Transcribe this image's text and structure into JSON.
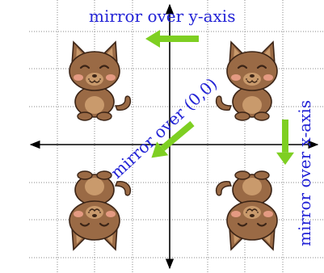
{
  "labels": {
    "mirror_y": "mirror over y-axis",
    "mirror_origin": "mirror over (0,0)",
    "mirror_x": "mirror over x-axis"
  },
  "colors": {
    "label_text": "#2323d6",
    "arrow": "#7ecf22",
    "axis": "#000000",
    "grid": "#8a8a8a",
    "cat_body": "#9a6a45",
    "cat_light": "#c99a6c",
    "cat_outline": "#3b2416",
    "cheek": "#e49a82"
  },
  "icons": {
    "cat": "cartoon-cat-icon",
    "arrow": "green-arrow-icon"
  },
  "cats": [
    {
      "quadrant": "upper-left",
      "orientation": "original"
    },
    {
      "quadrant": "upper-right",
      "orientation": "original"
    },
    {
      "quadrant": "lower-left",
      "orientation": "upside-down"
    },
    {
      "quadrant": "lower-right",
      "orientation": "upside-down"
    }
  ]
}
